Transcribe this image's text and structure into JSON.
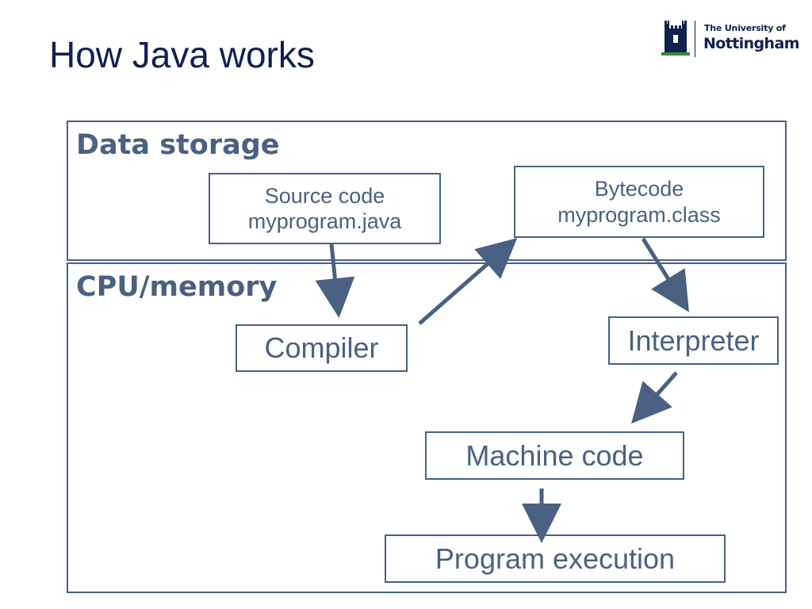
{
  "slide": {
    "title": "How Java works"
  },
  "logo": {
    "line1": "The University of",
    "line2": "Nottingham"
  },
  "panels": {
    "data_storage": "Data storage",
    "cpu_memory": "CPU/memory"
  },
  "boxes": {
    "source_code": {
      "line1": "Source code",
      "line2": "myprogram.java"
    },
    "bytecode": {
      "line1": "Bytecode",
      "line2": "myprogram.class"
    },
    "compiler": "Compiler",
    "interpreter": "Interpreter",
    "machine_code": "Machine code",
    "program_execution": "Program execution"
  },
  "colors": {
    "title": "#10204f",
    "diagram": "#4a6181"
  }
}
